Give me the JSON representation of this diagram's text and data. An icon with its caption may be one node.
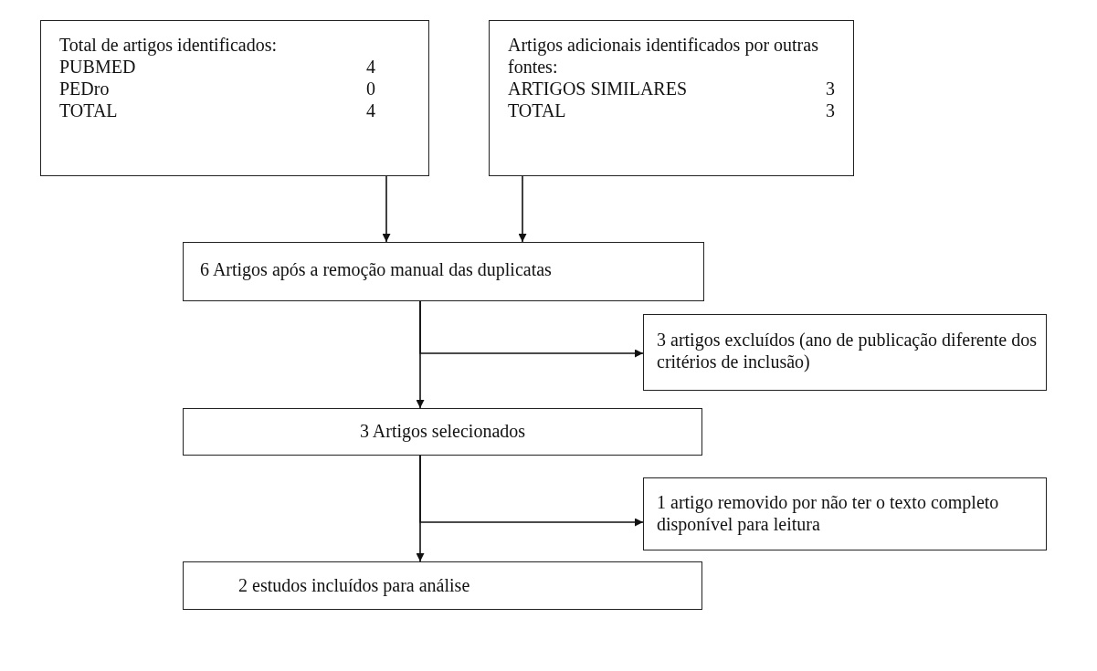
{
  "diagram": {
    "nodes": [
      {
        "text": [
          "Total de artigos identificados:",
          "PUBMED",
          "4",
          "PEDro",
          "0",
          "TOTAL",
          "4"
        ]
      },
      {
        "text": [
          "Artigos adicionais identificados por outras fontes:",
          "ARTIGOS SIMILARES",
          "3",
          "TOTAL",
          "3"
        ]
      },
      {
        "text": [
          "6 Artigos após a remoção manual das duplicatas"
        ]
      },
      {
        "text": [
          "3 artigos excluídos (ano de publicação diferente dos critérios de inclusão)"
        ]
      },
      {
        "text": [
          "3 Artigos selecionados"
        ]
      },
      {
        "text": [
          "1 artigo removido por não ter o texto completo disponível para leitura"
        ]
      },
      {
        "text": [
          "2 estudos incluídos para análise"
        ]
      }
    ],
    "edges": [
      {
        "from": 0,
        "to": 2,
        "arrow": "to"
      },
      {
        "from": 1,
        "to": 2,
        "arrow": "to"
      },
      {
        "from": 2,
        "to": 4,
        "arrow": "to"
      },
      {
        "from": 2,
        "to": 3,
        "arrow": "to"
      },
      {
        "from": 4,
        "to": 6,
        "arrow": "to"
      },
      {
        "from": 4,
        "to": 5,
        "arrow": "to"
      }
    ]
  }
}
